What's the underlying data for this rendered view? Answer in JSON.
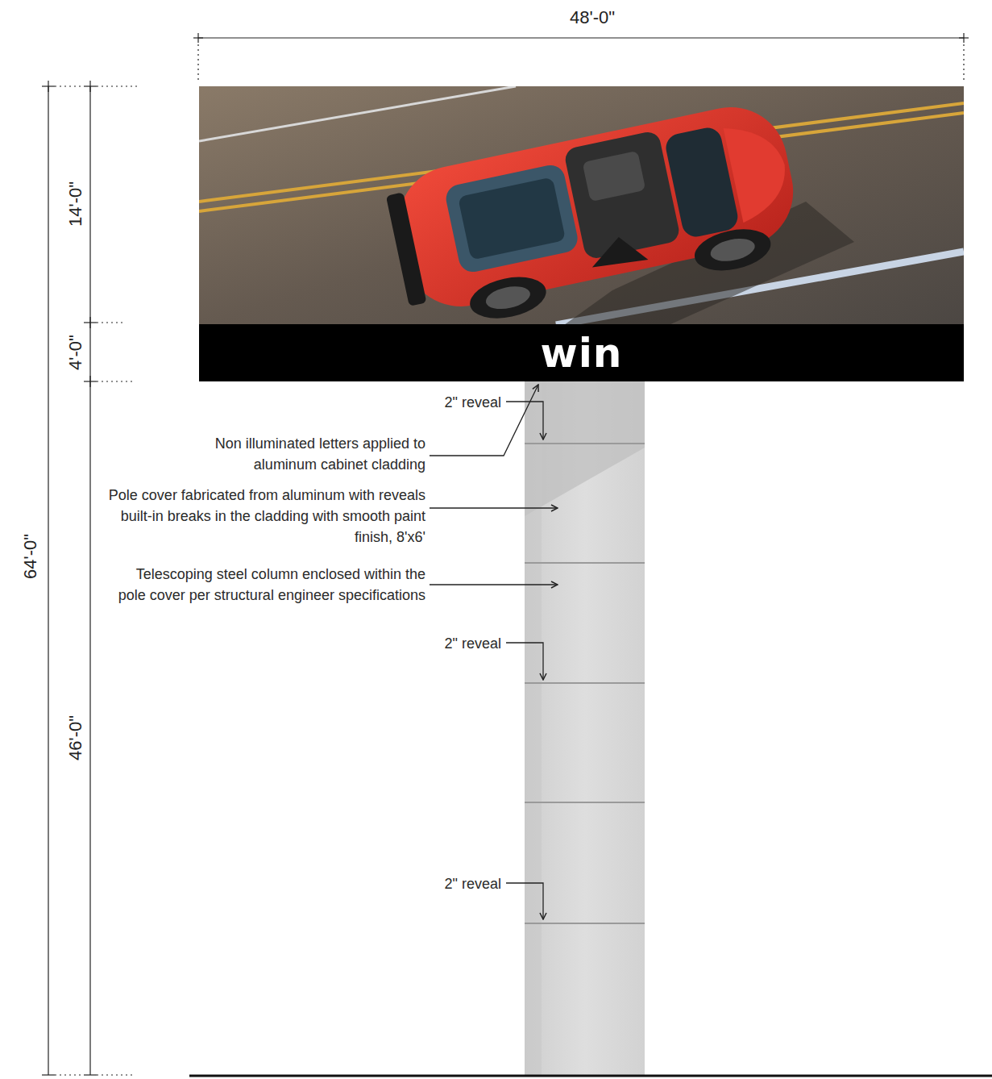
{
  "diagram": {
    "nodes": [
      {
        "text": [
          "win"
        ]
      }
    ],
    "labels": [
      "48'-0\"",
      "14'-0\"",
      "4'-0\"",
      "64'-0\"",
      "46'-0\"",
      "2\" reveal",
      "Non illuminated letters applied to aluminum cabinet cladding",
      "Pole cover fabricated from aluminum with reveals built-in breaks in the cladding with smooth paint finish, 8'x6'",
      "Telescoping steel column enclosed within the pole cover per structural engineer specifications",
      "2\" reveal",
      "2\" reveal"
    ]
  }
}
